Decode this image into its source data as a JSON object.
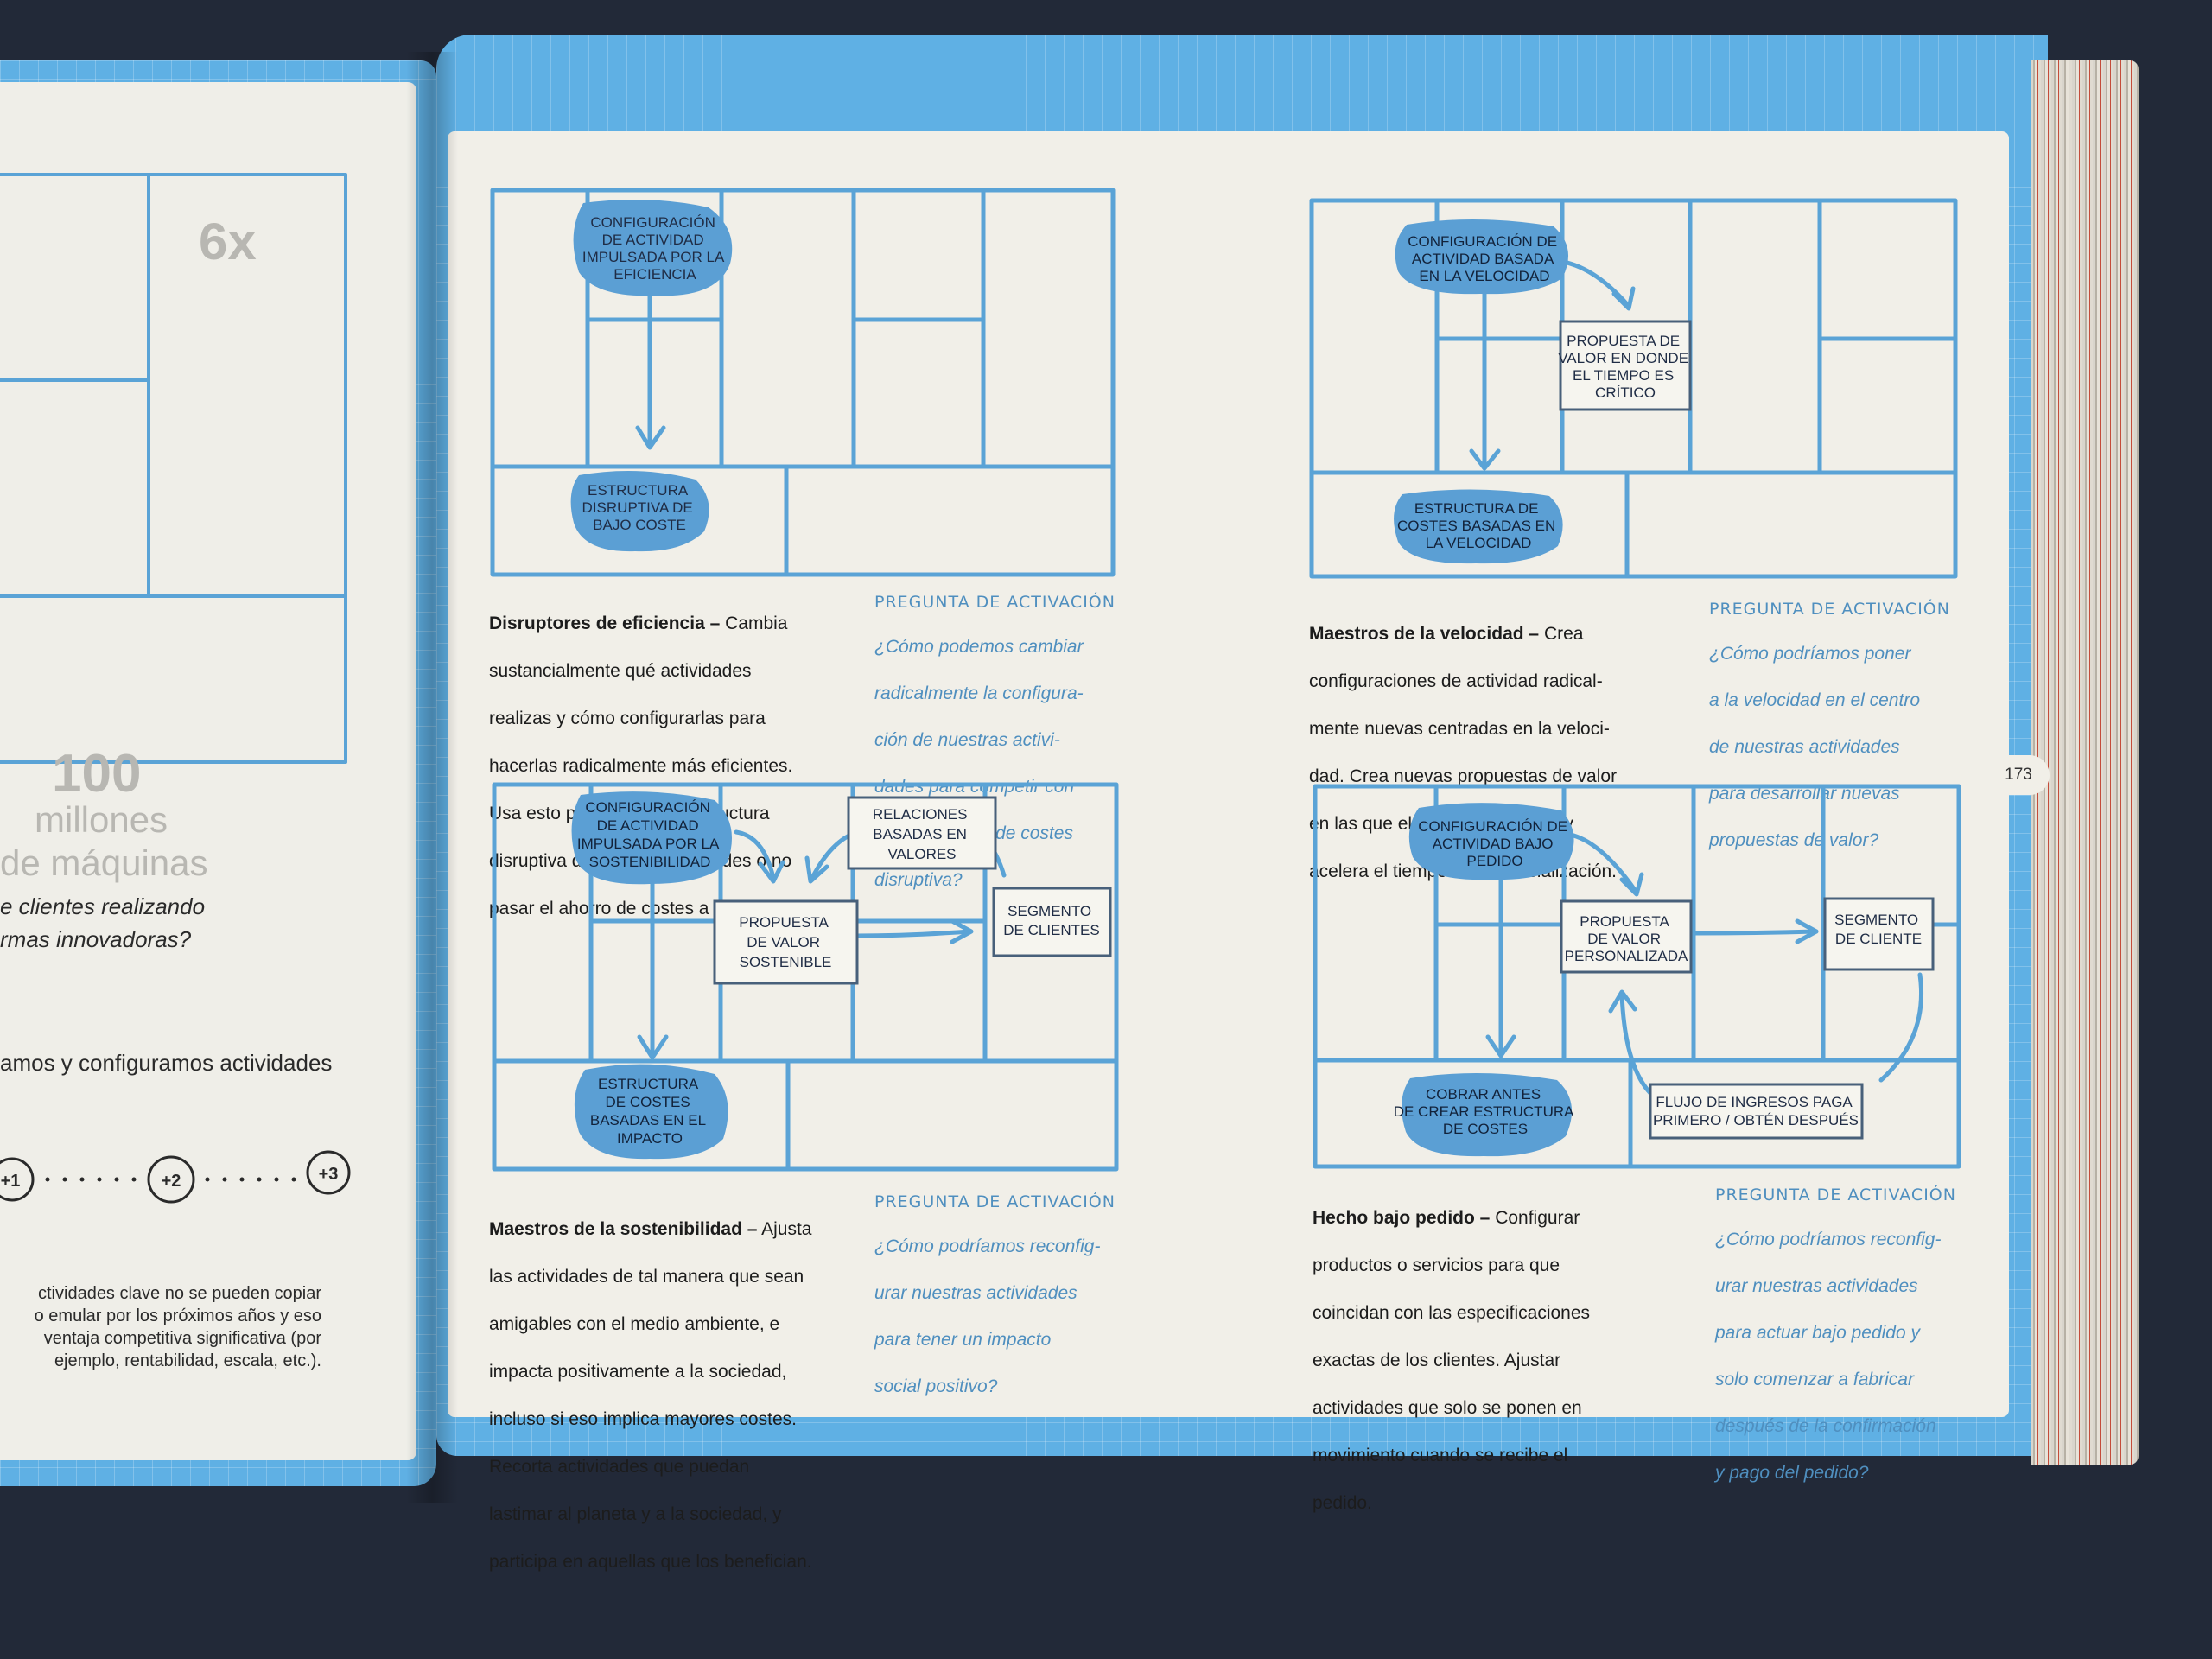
{
  "page_number": "173",
  "diagrams": [
    {
      "title": "Disruptores de eficiencia –",
      "description": "Cambia sustancialmente qué actividades realizas y cómo configurarlas para hacerlas radicalmente más eficientes. Usa esto para crear una estructura disruptiva de bajo costo. Puedes o no pasar el ahorro de costes a los clientes.",
      "description_lines": [
        "Cambia",
        "sustancialmente qué actividades",
        "realizas y cómo configurarlas para",
        "hacerlas radicalmente más eficientes.",
        "Usa esto para crear una estructura",
        "disruptiva de bajo costo. Puedes o no",
        "pasar el ahorro de costes a los clientes."
      ],
      "question_header": "PREGUNTA DE ACTIVACIÓN",
      "question_lines": [
        "¿Cómo podemos cambiar",
        "radicalmente la configura-",
        "ción de nuestras activi-",
        "dades para competir con",
        "una estructura de costes",
        "disruptiva?"
      ],
      "nodes": {
        "activity": [
          "CONFIGURACIÓN",
          "DE ACTIVIDAD",
          "IMPULSADA POR LA",
          "EFICIENCIA"
        ],
        "cost": [
          "ESTRUCTURA",
          "DISRUPTIVA DE",
          "BAJO COSTE"
        ]
      }
    },
    {
      "title": "Maestros de la velocidad –",
      "description_lines": [
        "Crea",
        "configuraciones de actividad radical-",
        "mente nuevas centradas en la veloci-",
        "dad. Crea nuevas propuestas de valor",
        "en las que el tiempo sea crítico y",
        "acelera el tiempo de comercialización."
      ],
      "question_header": "PREGUNTA DE ACTIVACIÓN",
      "question_lines": [
        "¿Cómo podríamos poner",
        "a la velocidad en el centro",
        "de nuestras actividades",
        "para desarrollar nuevas",
        "propuestas de valor?"
      ],
      "nodes": {
        "activity": [
          "CONFIGURACIÓN DE",
          "ACTIVIDAD BASADA",
          "EN LA VELOCIDAD"
        ],
        "value": [
          "PROPUESTA DE",
          "VALOR EN DONDE",
          "EL TIEMPO ES",
          "CRÍTICO"
        ],
        "cost": [
          "ESTRUCTURA DE",
          "COSTES BASADAS EN",
          "LA VELOCIDAD"
        ]
      }
    },
    {
      "title": "Maestros de la sostenibilidad –",
      "description_lines": [
        "Ajusta",
        "las actividades de tal manera que sean",
        "amigables con el medio ambiente, e",
        "impacta positivamente a la sociedad,",
        "incluso si eso implica mayores costes.",
        "Recorta actividades que puedan",
        "lastimar al planeta y a la sociedad, y",
        "participa en aquellas que los benefician."
      ],
      "question_header": "PREGUNTA DE ACTIVACIÓN",
      "question_lines": [
        "¿Cómo podríamos reconfig-",
        "urar nuestras actividades",
        "para tener un impacto",
        "social positivo?"
      ],
      "nodes": {
        "activity": [
          "CONFIGURACIÓN",
          "DE ACTIVIDAD",
          "IMPULSADA POR LA",
          "SOSTENIBILIDAD"
        ],
        "relations": [
          "RELACIONES",
          "BASADAS EN",
          "VALORES"
        ],
        "value": [
          "PROPUESTA",
          "DE VALOR",
          "SOSTENIBLE"
        ],
        "segment": [
          "SEGMENTO",
          "DE CLIENTES"
        ],
        "cost": [
          "ESTRUCTURA",
          "DE COSTES",
          "BASADAS EN EL",
          "IMPACTO"
        ]
      }
    },
    {
      "title": "Hecho bajo pedido –",
      "description_lines": [
        "Configurar",
        "productos o servicios para que",
        "coincidan con las especificaciones",
        "exactas de los clientes. Ajustar",
        "actividades que solo se ponen en",
        "movimiento cuando se recibe el",
        "pedido."
      ],
      "question_header": "PREGUNTA DE ACTIVACIÓN",
      "question_lines": [
        "¿Cómo podríamos reconfig-",
        "urar nuestras actividades",
        "para actuar bajo pedido y",
        "solo comenzar a fabricar",
        "después de la confirmación",
        "y pago del pedido?"
      ],
      "nodes": {
        "activity": [
          "CONFIGURACIÓN DE",
          "ACTIVIDAD BAJO",
          "PEDIDO"
        ],
        "value": [
          "PROPUESTA",
          "DE VALOR",
          "PERSONALIZADA"
        ],
        "segment": [
          "SEGMENTO",
          "DE CLIENTE"
        ],
        "cost": [
          "COBRAR ANTES",
          "DE CREAR ESTRUCTURA",
          "DE COSTES"
        ],
        "revenue": [
          "FLUJO DE INGRESOS PAGA",
          "PRIMERO / OBTÉN DESPUÉS"
        ]
      }
    }
  ],
  "left_page": {
    "lines": [
      "e clientes realizando",
      "rmas innovadoras?"
    ],
    "configure_line": "amos y configuramos actividades",
    "steps": [
      "+1",
      "+2",
      "+3"
    ],
    "footnote_lines": [
      "ctividades clave no se pueden copiar",
      "o emular por los próximos años y eso",
      "ventaja competitiva significativa (por",
      "ejemplo, rentabilidad, escala, etc.)."
    ],
    "faint_big": [
      "6x",
      "100",
      "millones",
      "de máquinas"
    ]
  },
  "colors": {
    "accent": "#5aa3d6",
    "blob": "#5b9fd4",
    "question": "#4f8fbf",
    "background": "#222938"
  }
}
